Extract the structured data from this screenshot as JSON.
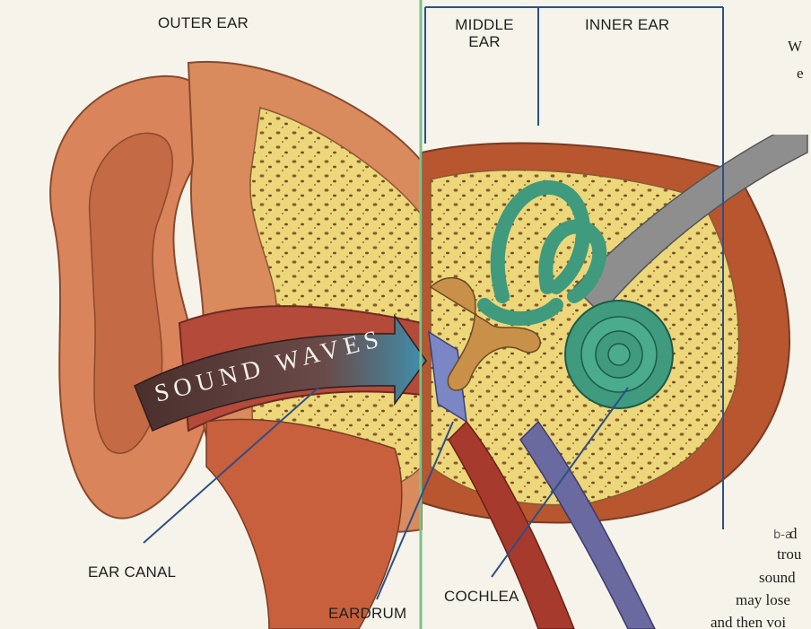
{
  "labels": {
    "outer_ear": "OUTER EAR",
    "middle_ear_line1": "MIDDLE",
    "middle_ear_line2": "EAR",
    "inner_ear": "INNER EAR",
    "sound_waves": "SOUND WAVES",
    "ear_canal": "EAR CANAL",
    "eardrum": "EARDRUM",
    "cochlea": "COCHLEA"
  },
  "page_text_fragments": [
    "W",
    "e",
    "d",
    "trou",
    "sound",
    "may lose",
    "and then voi"
  ],
  "handwriting": "b-a",
  "colors": {
    "skin": "#d9845a",
    "bone": "#ecd77a",
    "canal": "#b34a3a",
    "arrow": "#5a3a34",
    "semicircular": "#3f9a7e",
    "divider_green": "#7fc08a",
    "bracket": "#2d4f86"
  }
}
